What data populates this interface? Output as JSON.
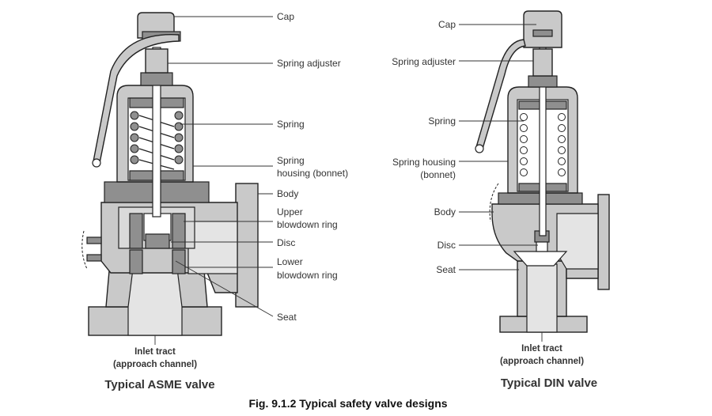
{
  "asme": {
    "labels": {
      "cap": "Cap",
      "spring_adjuster": "Spring adjuster",
      "spring": "Spring",
      "spring_housing_1": "Spring",
      "spring_housing_2": "housing (bonnet)",
      "body": "Body",
      "upper_ring_1": "Upper",
      "upper_ring_2": "blowdown ring",
      "disc": "Disc",
      "lower_ring_1": "Lower",
      "lower_ring_2": "blowdown ring",
      "seat": "Seat",
      "inlet_1": "Inlet tract",
      "inlet_2": "(approach channel)"
    },
    "subtitle": "Typical ASME valve"
  },
  "din": {
    "labels": {
      "cap": "Cap",
      "spring_adjuster": "Spring adjuster",
      "spring": "Spring",
      "spring_housing_1": "Spring housing",
      "spring_housing_2": "(bonnet)",
      "body": "Body",
      "disc": "Disc",
      "seat": "Seat",
      "inlet_1": "Inlet tract",
      "inlet_2": "(approach channel)"
    },
    "subtitle": "Typical DIN valve"
  },
  "caption": "Fig. 9.1.2  Typical safety valve designs"
}
